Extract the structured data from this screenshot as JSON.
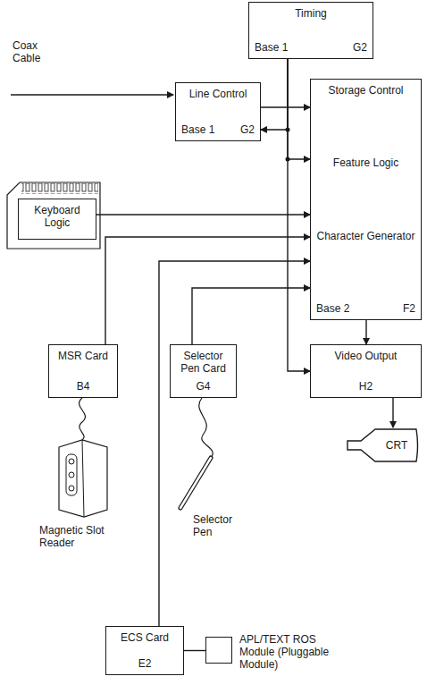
{
  "diagram": {
    "nodes": [
      {
        "text": [
          "Timing",
          "Base 1",
          "G2"
        ]
      },
      {
        "text": [
          "Line Control",
          "Base 1",
          "G2"
        ]
      },
      {
        "text": [
          "Storage Control",
          "Feature Logic",
          "Character Generator",
          "Base 2",
          "F2"
        ]
      },
      {
        "text": [
          "Keyboard Logic"
        ]
      },
      {
        "text": [
          "MSR Card",
          "B4"
        ]
      },
      {
        "text": [
          "Selector Pen Card",
          "G4"
        ]
      },
      {
        "text": [
          "Video Output",
          "H2"
        ]
      },
      {
        "text": [
          "CRT"
        ]
      },
      {
        "text": [
          "ECS Card",
          "E2"
        ]
      },
      {
        "text": [
          "APL/TEXT ROS Module (Pluggable Module)"
        ]
      }
    ],
    "edges": [
      {
        "from": 0,
        "to": 1,
        "arrow": "to"
      },
      {
        "from": 1,
        "to": 2,
        "arrow": "to"
      },
      {
        "from": 0,
        "to": 2,
        "arrow": "to"
      },
      {
        "from": 0,
        "to": 6,
        "arrow": "to"
      },
      {
        "from": 3,
        "to": 2,
        "arrow": "to"
      },
      {
        "from": 4,
        "to": 2,
        "arrow": "to"
      },
      {
        "from": 8,
        "to": 2,
        "arrow": "to"
      },
      {
        "from": 5,
        "to": 2,
        "arrow": "to"
      },
      {
        "from": 2,
        "to": 6,
        "arrow": "to"
      },
      {
        "from": 6,
        "to": 7,
        "arrow": "to"
      },
      {
        "from": 8,
        "to": 9,
        "arrow": "none"
      }
    ],
    "labels": [
      "Coax Cable",
      "Magnetic Slot Reader",
      "Selector Pen"
    ]
  }
}
